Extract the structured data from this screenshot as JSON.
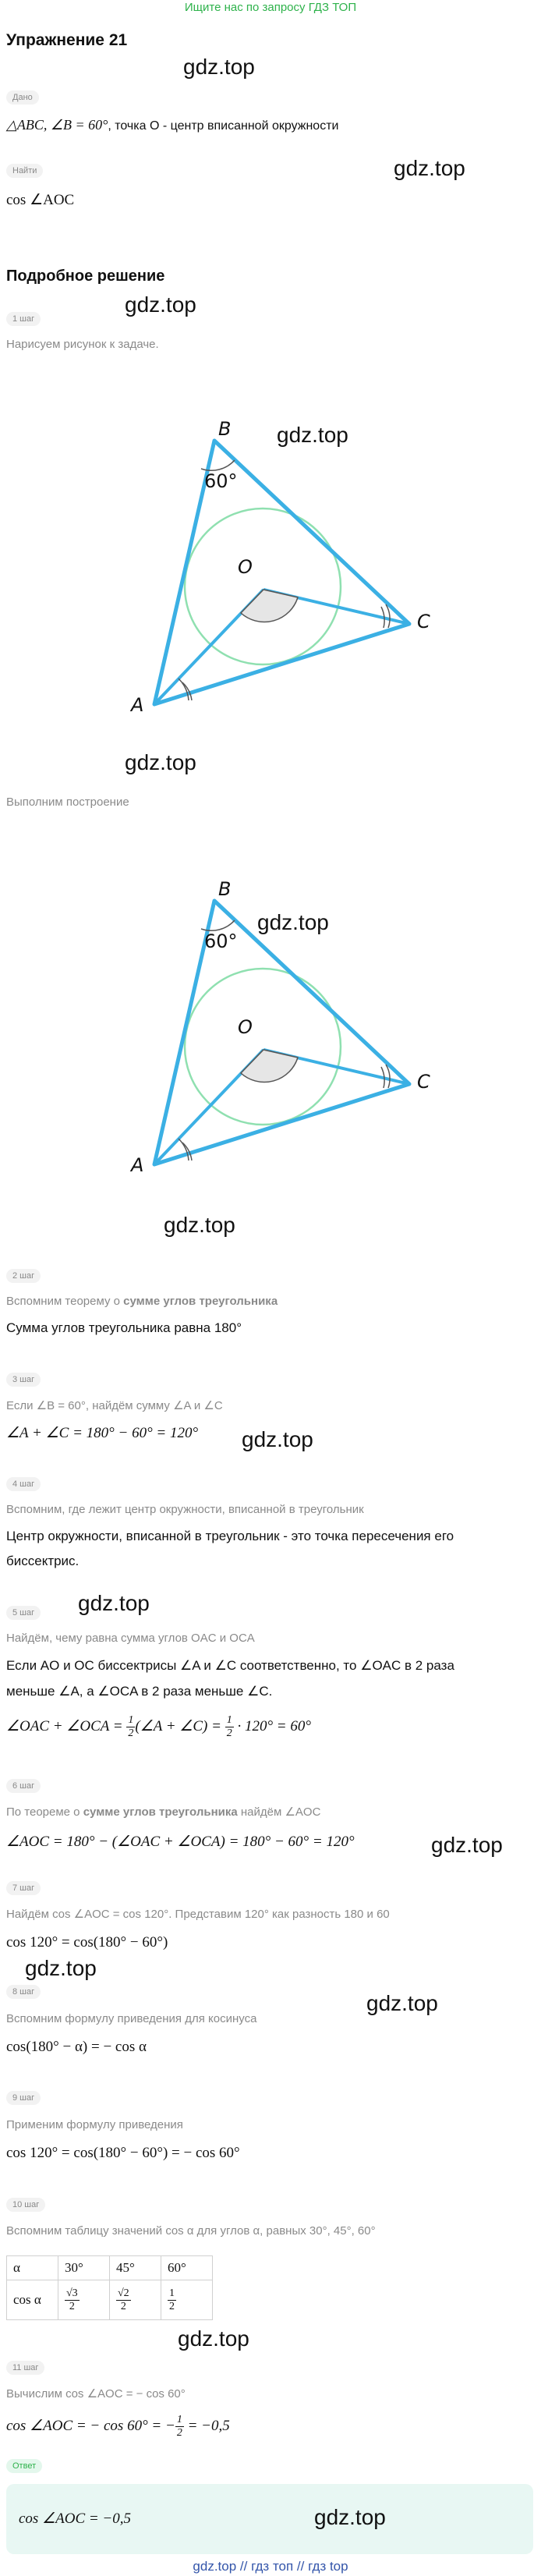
{
  "banner": "Ищите нас по запросу ГДЗ ТОП",
  "title": "Упражнение 21",
  "watermark": "gdz.top",
  "given": {
    "chip": "Дано",
    "text_prefix": "△ABC, ∠B = 60°",
    "text_suffix": ", точка O - центр вписанной окружности"
  },
  "find": {
    "chip": "Найти",
    "text": "cos ∠AOC"
  },
  "solution_title": "Подробное решение",
  "figure_labels": {
    "b": "B",
    "angle": "60°",
    "o": "O",
    "c": "C",
    "a": "A"
  },
  "steps": {
    "s1": {
      "chip": "1 шаг",
      "text": "Нарисуем рисунок к задаче.",
      "after": "Выполним построение"
    },
    "s2": {
      "chip": "2 шаг",
      "gray_prefix": "Вспомним теорему о ",
      "gray_bold": "сумме углов треугольника",
      "text": "Сумма углов треугольника равна 180°"
    },
    "s3": {
      "chip": "3 шаг",
      "gray": "Если ∠B = 60°, найдём сумму ∠A и ∠C",
      "formula": "∠A + ∠C = 180° − 60° = 120°"
    },
    "s4": {
      "chip": "4 шаг",
      "gray": "Вспомним, где лежит центр окружности, вписанной в треугольник",
      "text1": "Центр окружности, вписанной в треугольник - это точка пересечения его",
      "text2": "биссектрис."
    },
    "s5": {
      "chip": "5 шаг",
      "gray": "Найдём, чему равна сумма углов OAC и OCA",
      "text1": "Если AO и OC биссектрисы ∠A и ∠C соответственно, то ∠OAC в 2 раза",
      "text2": "меньше ∠A, а ∠OCA в 2 раза меньше ∠C.",
      "formula_left": "∠OAC + ∠OCA = ",
      "formula_mid": "(∠A + ∠C) = ",
      "formula_right": "· 120° = 60°",
      "half_num": "1",
      "half_den": "2"
    },
    "s6": {
      "chip": "6 шаг",
      "gray_prefix": "По теореме о ",
      "gray_bold": "сумме углов треугольника",
      "gray_suffix": " найдём ∠AOC",
      "formula": "∠AOC = 180° − (∠OAC + ∠OCA) = 180° − 60° = 120°"
    },
    "s7": {
      "chip": "7 шаг",
      "gray": "Найдём cos ∠AOC = cos 120°. Представим 120° как разность 180 и 60",
      "formula": "cos 120° = cos(180° − 60°)"
    },
    "s8": {
      "chip": "8 шаг",
      "gray": "Вспомним формулу приведения для косинуса",
      "formula": "cos(180° − α) = − cos α"
    },
    "s9": {
      "chip": "9 шаг",
      "gray": "Применим формулу приведения",
      "formula": "cos 120° = cos(180° − 60°) = − cos 60°"
    },
    "s10": {
      "chip": "10 шаг",
      "gray": "Вспомним таблицу значений cos α для углов α, равных 30°, 45°, 60°",
      "table": {
        "h": [
          "α",
          "30°",
          "45°",
          "60°"
        ],
        "row_label": "cos α",
        "num": [
          "√3",
          "√2",
          "1"
        ],
        "den": [
          "2",
          "2",
          "2"
        ]
      }
    },
    "s11": {
      "chip": "11 шаг",
      "gray": "Вычислим cos ∠AOC = − cos 60°",
      "formula_left": "cos ∠AOC = − cos 60° = −",
      "formula_right": "= −0,5",
      "num": "1",
      "den": "2"
    }
  },
  "answer": {
    "chip": "Ответ",
    "text": "cos ∠AOC = −0,5"
  },
  "footer": "gdz.top  //  гдз топ  //  гдз top",
  "colors": {
    "triangle": "#3bb0e4",
    "circle": "#8fe0b0",
    "banner": "#2eb24b",
    "answer_bg": "#e8f7f3"
  }
}
